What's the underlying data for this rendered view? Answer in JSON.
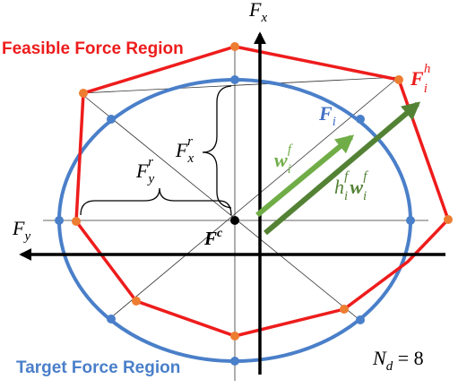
{
  "labels": {
    "feasible_region": "Feasible Force Region",
    "target_region": "Target Force Region",
    "axis_fx": "F",
    "axis_fx_sub": "x",
    "axis_fy": "F",
    "axis_fy_sub": "y",
    "fxr_main": "F",
    "fxr_sub": "x",
    "fxr_sup": "r",
    "fyr_main": "F",
    "fyr_sub": "y",
    "fyr_sup": "r",
    "fc_main": "F",
    "fc_sup": "c",
    "fi_main": "F",
    "fi_sub": "i",
    "fih_main": "F",
    "fih_sub": "i",
    "fih_sup": "h",
    "wif_main": "w",
    "wif_sub": "i",
    "wif_sup": "f",
    "hwf_h": "h",
    "hwf_h_sub": "i",
    "hwf_h_sup": "f",
    "hwf_w": "w",
    "hwf_w_sub": "i",
    "hwf_w_sup": "f",
    "nd_text": "N",
    "nd_sub": "d",
    "nd_value": " = 8"
  },
  "colors": {
    "feasible": "#ee1c1c",
    "target": "#4a7fc9",
    "force_blue": "#4472c4",
    "light_green": "#70ad47",
    "dark_green": "#548235",
    "vertex_orange": "#ed7d31",
    "axis": "#000000"
  }
}
